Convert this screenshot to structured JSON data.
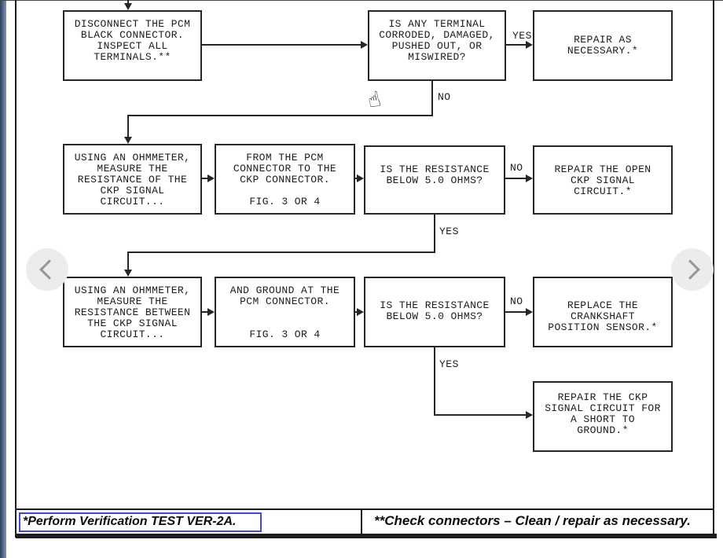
{
  "viewer": {
    "prev_icon": "chevron-left",
    "next_icon": "chevron-right",
    "cursor_icon": "hand-pointer",
    "cursor_glyph": "☝"
  },
  "colors": {
    "selection_blue": "#4343e6",
    "edge_strip_blue": "#51678a",
    "nav_circle_gray": "#ececec",
    "line_black": "#262626"
  },
  "flowchart": {
    "nodes": {
      "disconnect_pcm": "DISCONNECT THE PCM\nBLACK CONNECTOR.\nINSPECT ALL\nTERMINALS.**",
      "terminal_check": "IS ANY TERMINAL\nCORRODED, DAMAGED,\nPUSHED OUT, OR\nMISWIRED?",
      "repair_necessary": "REPAIR AS\nNECESSARY.*",
      "measure_ckp": "USING AN OHMMETER,\nMEASURE THE\nRESISTANCE OF THE\nCKP SIGNAL\nCIRCUIT...",
      "from_pcm": "FROM THE PCM\nCONNECTOR TO THE\nCKP CONNECTOR.\n\nFIG. 3 OR 4",
      "resistance1": "IS THE RESISTANCE\nBELOW 5.0 OHMS?",
      "repair_open": "REPAIR THE OPEN\nCKP SIGNAL\nCIRCUIT.*",
      "measure_ground": "USING AN OHMMETER,\nMEASURE THE\nRESISTANCE BETWEEN\nTHE CKP SIGNAL\nCIRCUIT...",
      "and_ground": "AND GROUND AT THE\nPCM CONNECTOR.\n\n\nFIG. 3 OR 4",
      "resistance2": "IS THE RESISTANCE\nBELOW 5.0 OHMS?",
      "replace_sensor": "REPLACE THE\nCRANKSHAFT\nPOSITION SENSOR.*",
      "repair_short": "REPAIR THE CKP\nSIGNAL CIRCUIT FOR\nA SHORT TO\nGROUND.*"
    },
    "edge_labels": {
      "terminal_yes": "YES",
      "terminal_no": "NO",
      "resistance1_no": "NO",
      "resistance1_yes": "YES",
      "resistance2_no": "NO",
      "resistance2_yes": "YES"
    }
  },
  "footnotes": {
    "left": "*Perform Verification TEST VER-2A.",
    "right": "**Check connectors – Clean / repair as necessary."
  }
}
